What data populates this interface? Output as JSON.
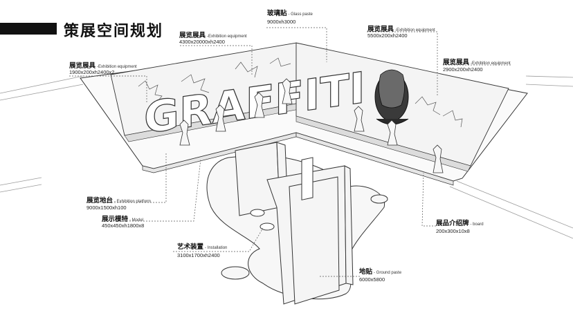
{
  "page_title": "策展空间规划",
  "graffiti_word": "GRAFFITI",
  "labels": {
    "glass": {
      "cn": "玻璃贴",
      "en": "- Glass paste",
      "dim": "9000xh3000"
    },
    "equip_a": {
      "cn": "展览展具",
      "en": "-Exhibition equipment",
      "dim": "4300x20000xh2400"
    },
    "equip_b": {
      "cn": "展览展具",
      "en": "-Exhibition equipment",
      "dim": "5500x200xh2400"
    },
    "equip_c": {
      "cn": "展览展具",
      "en": "-Exhibition equipment",
      "dim": "1900x200xh2400x2"
    },
    "equip_d": {
      "cn": "展览展具",
      "en": "-Exhibition equipment",
      "dim": "2900x200xh2400"
    },
    "platform": {
      "cn": "展览地台",
      "en": "- Exhibition platform",
      "dim": "9000x1500xh100"
    },
    "model": {
      "cn": "展示模特",
      "en": "- Model",
      "dim": "450x450xh1800x8"
    },
    "board": {
      "cn": "展品介绍牌",
      "en": "- board",
      "dim": "200x300x10x8"
    },
    "installation": {
      "cn": "艺术装置",
      "en": "- Installation",
      "dim": "3100x1700xh2400"
    },
    "ground": {
      "cn": "地贴",
      "en": "- Ground paste",
      "dim": "6000x5800"
    }
  },
  "colors": {
    "line": "#333333",
    "fill": "#f2f2f2",
    "shadow": "#d9d9d9",
    "face": "#3a3a3a",
    "bar": "#111111"
  }
}
